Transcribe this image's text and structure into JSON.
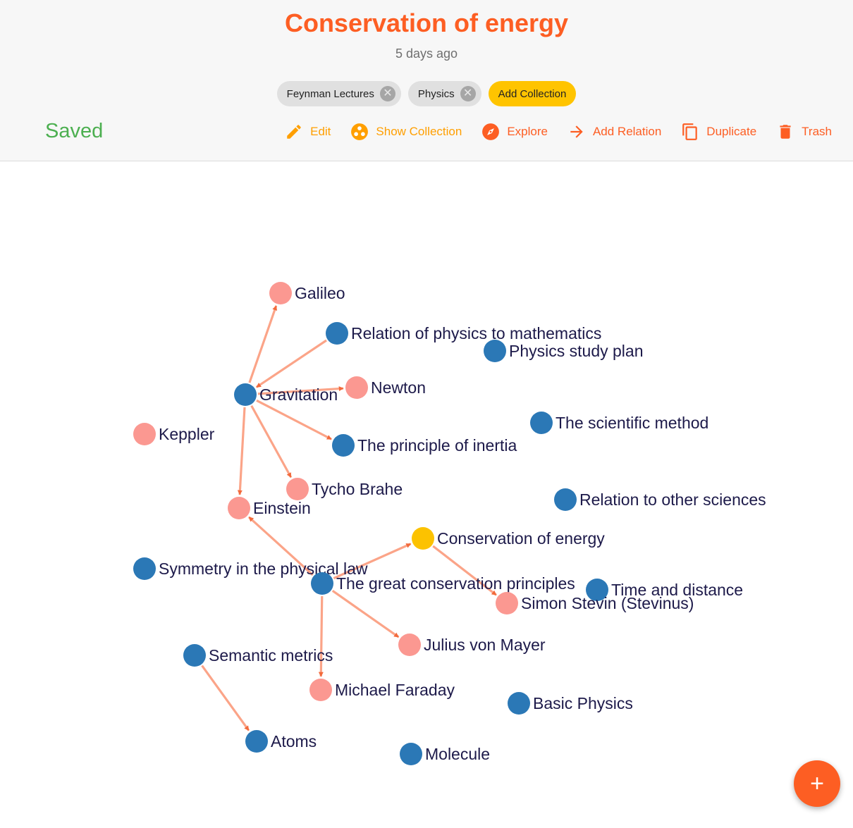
{
  "header": {
    "title": "Conservation of energy",
    "subtitle": "5 days ago",
    "status": "Saved"
  },
  "collections": [
    {
      "label": "Feynman Lectures"
    },
    {
      "label": "Physics"
    }
  ],
  "add_collection_label": "Add Collection",
  "actions": {
    "edit": "Edit",
    "show_collection": "Show Collection",
    "explore": "Explore",
    "add_relation": "Add Relation",
    "duplicate": "Duplicate",
    "trash": "Trash"
  },
  "fab_label": "+",
  "colors": {
    "accent": "#fd5e23",
    "collection": "#ffc400",
    "node_blue": "#2b78b6",
    "node_pink": "#fb9891",
    "node_current": "#fcc200",
    "edge": "#fba488",
    "arrow": "#f26a3c"
  },
  "graph": {
    "nodes": [
      {
        "id": "galileo",
        "label": "Galileo",
        "kind": "person"
      },
      {
        "id": "rel-math",
        "label": "Relation of physics to mathematics",
        "kind": "note"
      },
      {
        "id": "study-plan",
        "label": "Physics study plan",
        "kind": "note"
      },
      {
        "id": "newton",
        "label": "Newton",
        "kind": "person"
      },
      {
        "id": "gravitation",
        "label": "Gravitation",
        "kind": "note"
      },
      {
        "id": "keppler",
        "label": "Keppler",
        "kind": "person"
      },
      {
        "id": "sci-method",
        "label": "The scientific method",
        "kind": "note"
      },
      {
        "id": "inertia",
        "label": "The principle of inertia",
        "kind": "note"
      },
      {
        "id": "tycho",
        "label": "Tycho Brahe",
        "kind": "person"
      },
      {
        "id": "einstein",
        "label": "Einstein",
        "kind": "person"
      },
      {
        "id": "other-sci",
        "label": "Relation to other sciences",
        "kind": "note"
      },
      {
        "id": "conservation",
        "label": "Conservation of energy",
        "kind": "current"
      },
      {
        "id": "symmetry",
        "label": "Symmetry in the physical law",
        "kind": "note"
      },
      {
        "id": "great-cons",
        "label": "The great conservation principles",
        "kind": "note"
      },
      {
        "id": "time-dist",
        "label": "Time and distance",
        "kind": "note"
      },
      {
        "id": "stevin",
        "label": "Simon Stevin (Stevinus)",
        "kind": "person"
      },
      {
        "id": "mayer",
        "label": "Julius von Mayer",
        "kind": "person"
      },
      {
        "id": "semantic",
        "label": "Semantic metrics",
        "kind": "note"
      },
      {
        "id": "faraday",
        "label": "Michael Faraday",
        "kind": "person"
      },
      {
        "id": "basic",
        "label": "Basic Physics",
        "kind": "note"
      },
      {
        "id": "atoms",
        "label": "Atoms",
        "kind": "note"
      },
      {
        "id": "molecule",
        "label": "Molecule",
        "kind": "note"
      }
    ],
    "edges": [
      {
        "from": "gravitation",
        "to": "galileo"
      },
      {
        "from": "rel-math",
        "to": "gravitation"
      },
      {
        "from": "gravitation",
        "to": "newton"
      },
      {
        "from": "gravitation",
        "to": "inertia"
      },
      {
        "from": "gravitation",
        "to": "tycho"
      },
      {
        "from": "gravitation",
        "to": "einstein"
      },
      {
        "from": "great-cons",
        "to": "einstein"
      },
      {
        "from": "great-cons",
        "to": "conservation"
      },
      {
        "from": "conservation",
        "to": "stevin"
      },
      {
        "from": "great-cons",
        "to": "mayer"
      },
      {
        "from": "great-cons",
        "to": "faraday"
      },
      {
        "from": "semantic",
        "to": "atoms"
      }
    ]
  }
}
